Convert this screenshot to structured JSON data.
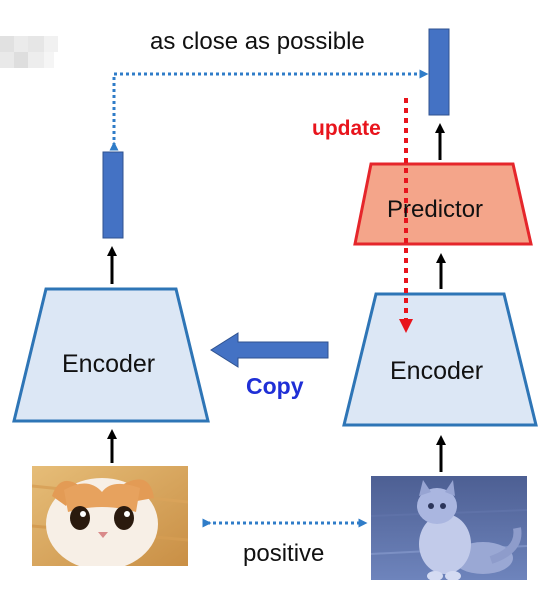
{
  "labels": {
    "top": "as close as possible",
    "update": "update",
    "copy": "Copy",
    "positive": "positive",
    "encoder_left": "Encoder",
    "encoder_right": "Encoder",
    "predictor": "Predictor"
  },
  "colors": {
    "vector": "#4472c4",
    "encoder_fill": "#dce7f5",
    "encoder_stroke": "#2e75b6",
    "predictor_fill": "#f4a58a",
    "predictor_stroke": "#e5262b",
    "dotted_blue": "#2f7cc8",
    "update_red": "#e8141c",
    "copy_text": "#1f2fd6"
  },
  "images": {
    "left": "orange-and-white-cat-photo",
    "right": "blue-tinted-cat-photo"
  }
}
